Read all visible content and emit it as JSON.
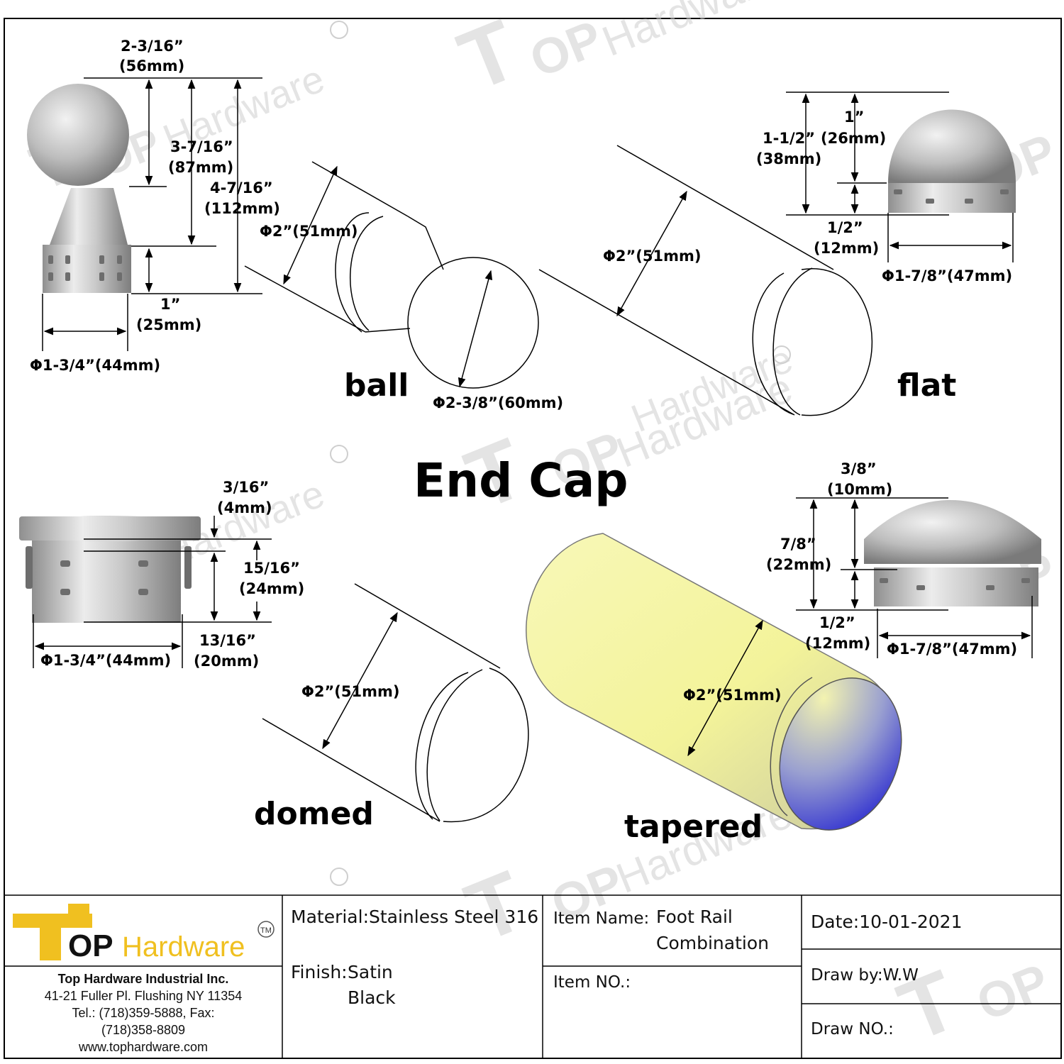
{
  "title": "End Cap",
  "watermark": "TOP Hardware",
  "colors": {
    "accent": "#f0c020",
    "steel_light": "#e8e8e8",
    "steel_dark": "#8c8c8c",
    "tapered_fill_a": "#f7f7b0",
    "tapered_fill_b": "#3030c0"
  },
  "caps": {
    "ball": {
      "label": "ball",
      "width": "2-3/16”",
      "width_mm": "(56mm)",
      "ball_height": "3-7/16”",
      "ball_height_mm": "(87mm)",
      "total_height": "4-7/16”",
      "total_height_mm": "(112mm)",
      "insert": "1”",
      "insert_mm": "(25mm)",
      "base_dia": "Φ1-3/4”(44mm)",
      "tube_dia": "Φ2”(51mm)",
      "ball_dia": "Φ2-3/8”(60mm)"
    },
    "flat": {
      "label": "flat",
      "top": "1”",
      "top_mm": "(26mm)",
      "total": "1-1/2”",
      "total_mm": "(38mm)",
      "insert": "1/2”",
      "insert_mm": "(12mm)",
      "dia": "Φ1-7/8”(47mm)",
      "tube_dia": "Φ2”(51mm)"
    },
    "domed": {
      "label": "domed",
      "top": "3/16”",
      "top_mm": "(4mm)",
      "height": "15/16”",
      "height_mm": "(24mm)",
      "insert": "13/16”",
      "insert_mm": "(20mm)",
      "dia": "Φ1-3/4”(44mm)",
      "tube_dia": "Φ2”(51mm)"
    },
    "tapered": {
      "label": "tapered",
      "top": "3/8”",
      "top_mm": "(10mm)",
      "height": "7/8”",
      "height_mm": "(22mm)",
      "insert": "1/2”",
      "insert_mm": "(12mm)",
      "dia": "Φ1-7/8”(47mm)",
      "tube_dia": "Φ2”(51mm)"
    }
  },
  "title_block": {
    "logo_top": "T",
    "logo_op": "OP",
    "logo_hardware": "Hardware",
    "logo_tm": "TM",
    "company": "Top Hardware Industrial Inc.",
    "address": "41-21 Fuller Pl. Flushing NY 11354",
    "phone": "Tel.: (718)359-5888,  Fax:",
    "fax": "(718)358-8809",
    "website": "www.tophardware.com",
    "material_label": "Material:",
    "material_value": "Stainless Steel 316",
    "finish_label": "Finish:",
    "finish_value_1": "Satin",
    "finish_value_2": "Black",
    "item_name_label": "Item Name:",
    "item_name_1": "Foot Rail",
    "item_name_2": "Combination",
    "item_no_label": "Item NO.:",
    "date_label": "Date:",
    "date_value": "10-01-2021",
    "drawby_label": "Draw by:",
    "drawby_value": "W.W",
    "drawno_label": "Draw NO.:"
  }
}
